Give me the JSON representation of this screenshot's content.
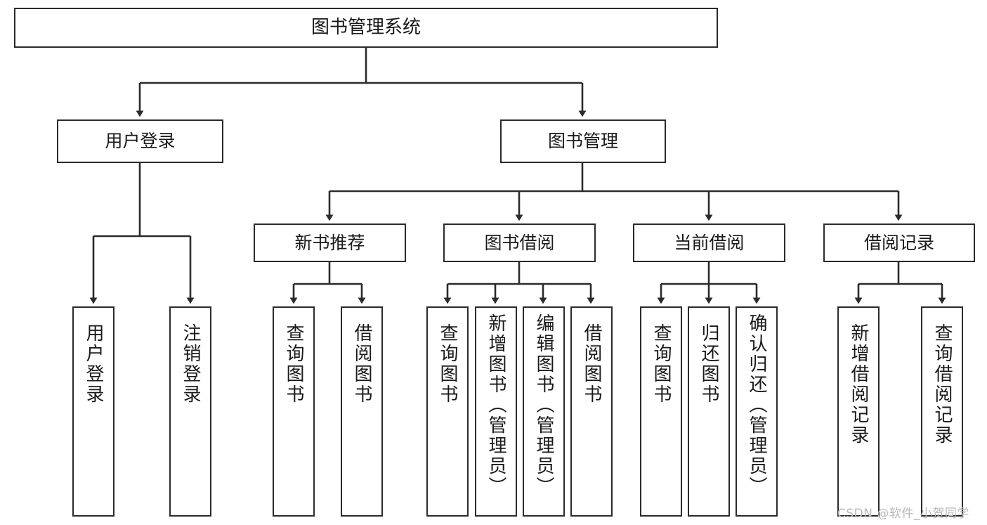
{
  "diagram": {
    "type": "tree-hierarchy-chart",
    "title": "图书管理系统",
    "orientation": "top-down",
    "colors": {
      "box_border": "#2b2b2b",
      "box_fill": "#ffffff",
      "connector": "#2b2b2b",
      "text": "#1a1a1a",
      "watermark": "#b9b9b9",
      "background": "#ffffff"
    },
    "root": {
      "id": "root",
      "label": "图书管理系统"
    },
    "level2": [
      {
        "id": "user-login",
        "label": "用户登录"
      },
      {
        "id": "book-manage",
        "label": "图书管理"
      }
    ],
    "level3": [
      {
        "id": "new-book-recommend",
        "label": "新书推荐",
        "parent": "book-manage"
      },
      {
        "id": "book-borrow",
        "label": "图书借阅",
        "parent": "book-manage"
      },
      {
        "id": "current-borrow",
        "label": "当前借阅",
        "parent": "book-manage"
      },
      {
        "id": "borrow-record",
        "label": "借阅记录",
        "parent": "book-manage"
      }
    ],
    "leaves": [
      {
        "id": "leaf-user-login",
        "label": "用户登录",
        "parent": "user-login"
      },
      {
        "id": "leaf-logout-login",
        "label": "注销登录",
        "parent": "user-login"
      },
      {
        "id": "leaf-query-book-1",
        "label": "查询图书",
        "parent": "new-book-recommend"
      },
      {
        "id": "leaf-borrow-book-1",
        "label": "借阅图书",
        "parent": "new-book-recommend"
      },
      {
        "id": "leaf-query-book-2",
        "label": "查询图书",
        "parent": "book-borrow"
      },
      {
        "id": "leaf-add-book",
        "label": "新增图书（管理员）",
        "parent": "book-borrow"
      },
      {
        "id": "leaf-edit-book",
        "label": "编辑图书（管理员）",
        "parent": "book-borrow"
      },
      {
        "id": "leaf-borrow-book-2",
        "label": "借阅图书",
        "parent": "book-borrow"
      },
      {
        "id": "leaf-query-book-3",
        "label": "查询图书",
        "parent": "current-borrow"
      },
      {
        "id": "leaf-return-book",
        "label": "归还图书",
        "parent": "current-borrow"
      },
      {
        "id": "leaf-confirm-return",
        "label": "确认归还（管理员）",
        "parent": "current-borrow"
      },
      {
        "id": "leaf-add-record",
        "label": "新增借阅记录",
        "parent": "borrow-record"
      },
      {
        "id": "leaf-query-record",
        "label": "查询借阅记录",
        "parent": "borrow-record"
      }
    ],
    "watermark": "CSDN @软件_小贺同学"
  }
}
